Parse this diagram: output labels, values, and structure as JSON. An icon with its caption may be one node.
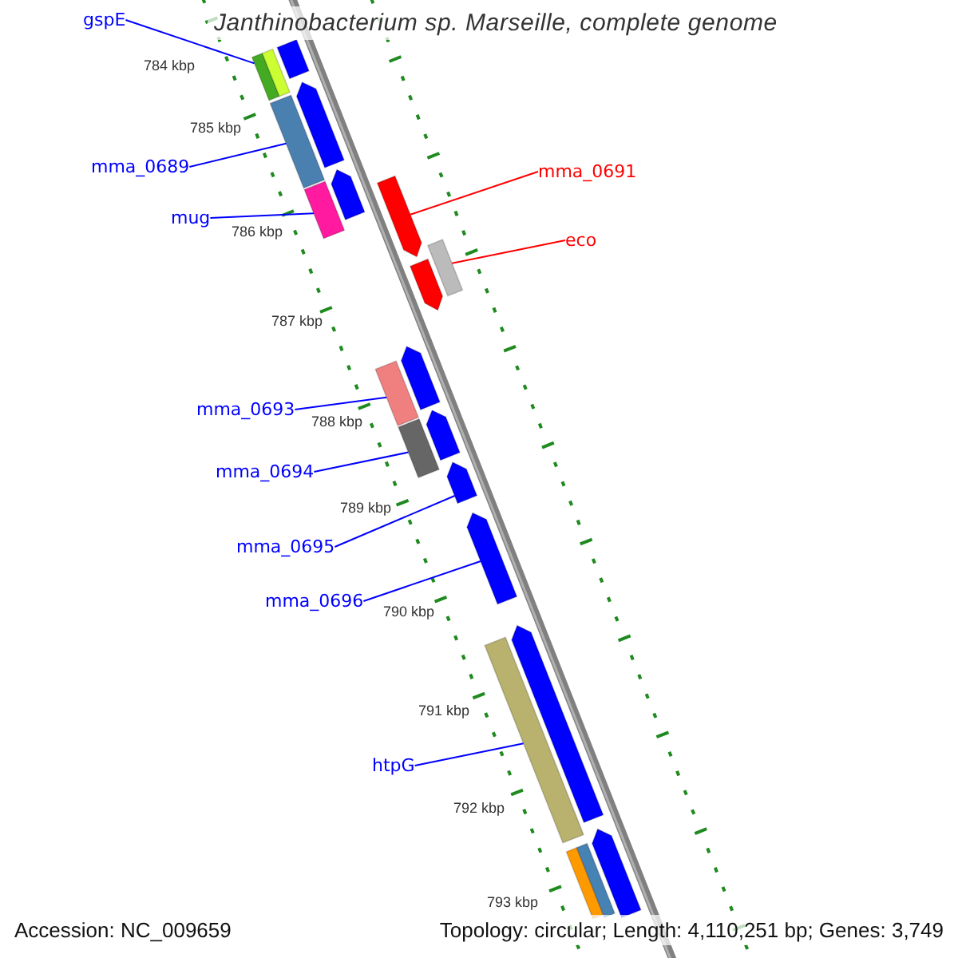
{
  "diagram": {
    "title": "Janthinobacterium sp. Marseille, complete genome",
    "nodes": [
      {
        "text": [
          "gspE"
        ]
      },
      {
        "text": [
          "mma_0689"
        ]
      },
      {
        "text": [
          "mug"
        ]
      },
      {
        "text": [
          "mma_0691"
        ]
      },
      {
        "text": [
          "eco"
        ]
      },
      {
        "text": [
          "mma_0693"
        ]
      },
      {
        "text": [
          "mma_0694"
        ]
      },
      {
        "text": [
          "mma_0695"
        ]
      },
      {
        "text": [
          "mma_0696"
        ]
      },
      {
        "text": [
          "htpG"
        ]
      },
      {
        "text": [],
        "shape": "bar"
      },
      {
        "text": [],
        "shape": "bar"
      },
      {
        "text": [],
        "shape": "bar"
      },
      {
        "text": [],
        "shape": "pentagon"
      },
      {
        "text": [],
        "shape": "bar"
      },
      {
        "text": [],
        "shape": "bar"
      },
      {
        "text": [],
        "shape": "bar"
      },
      {
        "text": [],
        "shape": "pentagon"
      },
      {
        "text": [],
        "shape": "pentagon"
      },
      {
        "text": [],
        "shape": "bar"
      },
      {
        "text": [],
        "shape": "bar"
      },
      {
        "text": [],
        "shape": "bar"
      },
      {
        "text": [],
        "shape": "pentagon"
      },
      {
        "text": [],
        "shape": "pentagon"
      },
      {
        "text": [],
        "shape": "pentagon"
      },
      {
        "text": [],
        "shape": "pentagon"
      },
      {
        "text": [],
        "shape": "pentagon"
      },
      {
        "text": [],
        "shape": "pentagon"
      },
      {
        "text": [],
        "shape": "bar"
      },
      {
        "text": [],
        "shape": "bar"
      },
      {
        "text": [],
        "shape": "pentagon"
      }
    ],
    "edges": [
      {
        "from": 0,
        "to": 10,
        "arrow": "none"
      },
      {
        "from": 1,
        "to": 11,
        "arrow": "none"
      },
      {
        "from": 2,
        "to": 12,
        "arrow": "none"
      },
      {
        "from": 3,
        "to": 13,
        "arrow": "none",
        "color": "#ff0000"
      },
      {
        "from": 4,
        "to": 14,
        "arrow": "none",
        "color": "#ff0000"
      },
      {
        "from": 5,
        "to": 15,
        "arrow": "none"
      },
      {
        "from": 6,
        "to": 16,
        "arrow": "none"
      },
      {
        "from": 7,
        "to": 17,
        "arrow": "none"
      },
      {
        "from": 8,
        "to": 18,
        "arrow": "none"
      },
      {
        "from": 9,
        "to": 19,
        "arrow": "none"
      }
    ],
    "labels": [
      "784 kbp",
      "785 kbp",
      "786 kbp",
      "787 kbp",
      "788 kbp",
      "789 kbp",
      "790 kbp",
      "791 kbp",
      "792 kbp",
      "793 kbp",
      "Accession: NC_009659",
      "Topology: circular; Length: 4,110,251 bp; Genes: 3,749"
    ]
  }
}
